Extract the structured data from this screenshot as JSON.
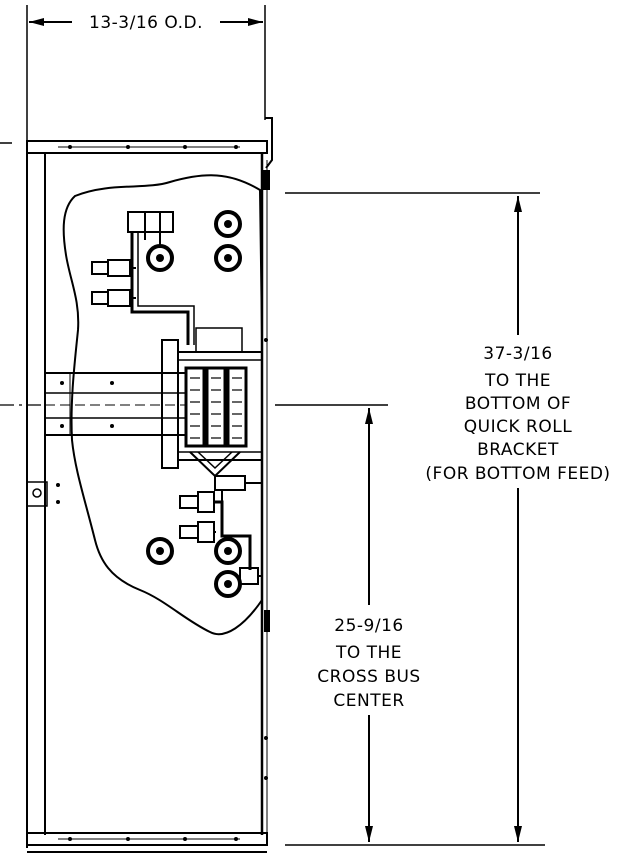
{
  "dimensions": {
    "top_width": "13-3/16  O.D.",
    "right_height": [
      "37-3/16",
      "TO  THE",
      "BOTTOM  OF",
      "QUICK  ROLL",
      "BRACKET",
      "(FOR  BOTTOM  FEED)"
    ],
    "middle_height": [
      "25-9/16",
      "TO  THE",
      "CROSS  BUS",
      "CENTER"
    ]
  }
}
